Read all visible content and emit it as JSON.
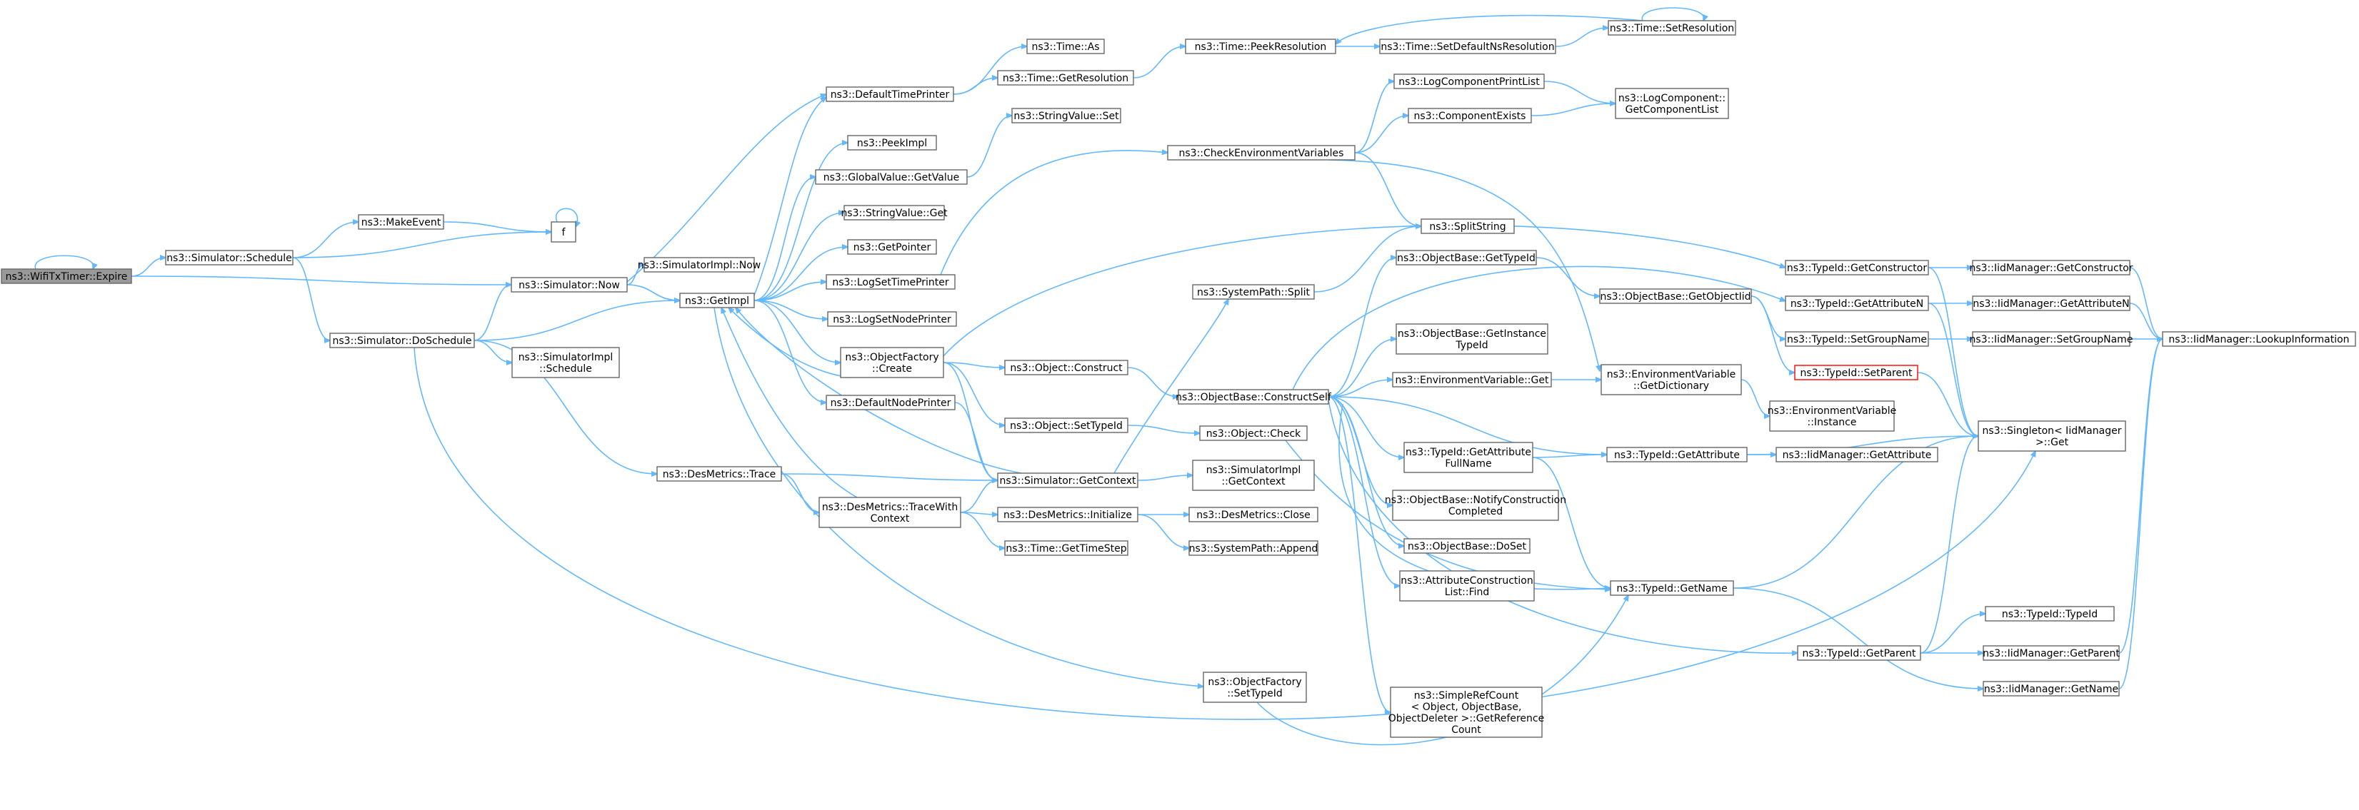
{
  "nodes": {
    "n0": [
      "ns3::WifiTxTimer::Expire"
    ],
    "n1": [
      "ns3::Simulator::Schedule"
    ],
    "n2": [
      "ns3::MakeEvent"
    ],
    "n3": [
      "f"
    ],
    "n4": [
      "ns3::Simulator::DoSchedule"
    ],
    "n5": [
      "ns3::Simulator::Now"
    ],
    "n6": [
      "ns3::GetImpl"
    ],
    "n7": [
      "ns3::SimulatorImpl",
      "::Schedule"
    ],
    "n8": [
      "ns3::DesMetrics::Trace"
    ],
    "n9": [
      "ns3::SimulatorImpl::Now"
    ],
    "n10": [
      "ns3::DefaultTimePrinter"
    ],
    "n11": [
      "ns3::PeekImpl"
    ],
    "n12": [
      "ns3::GlobalValue::GetValue"
    ],
    "n13": [
      "ns3::StringValue::Get"
    ],
    "n14": [
      "ns3::GetPointer"
    ],
    "n15": [
      "ns3::LogSetTimePrinter"
    ],
    "n16": [
      "ns3::LogSetNodePrinter"
    ],
    "n17": [
      "ns3::ObjectFactory",
      "::Create"
    ],
    "n18": [
      "ns3::DefaultNodePrinter"
    ],
    "n19": [
      "ns3::DesMetrics::TraceWith",
      "Context"
    ],
    "n20": [
      "ns3::Time::As"
    ],
    "n21": [
      "ns3::Time::GetResolution"
    ],
    "n22": [
      "ns3::StringValue::Set"
    ],
    "n23": [
      "ns3::Object::Construct"
    ],
    "n24": [
      "ns3::Object::SetTypeId"
    ],
    "n25": [
      "ns3::Simulator::GetContext"
    ],
    "n26": [
      "ns3::DesMetrics::Initialize"
    ],
    "n27": [
      "ns3::Time::GetTimeStep"
    ],
    "n28": [
      "ns3::ObjectFactory",
      "::SetTypeId"
    ],
    "n29": [
      "ns3::Time::PeekResolution"
    ],
    "n30": [
      "ns3::CheckEnvironmentVariables"
    ],
    "n31": [
      "ns3::SystemPath::Split"
    ],
    "n32": [
      "ns3::ObjectBase::ConstructSelf"
    ],
    "n33": [
      "ns3::Object::Check"
    ],
    "n34": [
      "ns3::SimulatorImpl",
      "::GetContext"
    ],
    "n35": [
      "ns3::DesMetrics::Close"
    ],
    "n36": [
      "ns3::SystemPath::Append"
    ],
    "n37": [
      "ns3::Time::SetDefaultNsResolution"
    ],
    "n38": [
      "ns3::Time::SetResolution"
    ],
    "n39": [
      "ns3::LogComponentPrintList"
    ],
    "n40": [
      "ns3::ComponentExists"
    ],
    "n41": [
      "ns3::SplitString"
    ],
    "n42": [
      "ns3::ObjectBase::GetTypeId"
    ],
    "n43": [
      "ns3::ObjectBase::GetInstance",
      "TypeId"
    ],
    "n44": [
      "ns3::EnvironmentVariable::Get"
    ],
    "n45": [
      "ns3::TypeId::GetAttribute",
      "FullName"
    ],
    "n46": [
      "ns3::ObjectBase::NotifyConstruction",
      "Completed"
    ],
    "n47": [
      "ns3::ObjectBase::DoSet"
    ],
    "n48": [
      "ns3::AttributeConstruction",
      "List::Find"
    ],
    "n49": [
      "ns3::SimpleRefCount",
      "< Object, ObjectBase,",
      "ObjectDeleter >::GetReference",
      "Count"
    ],
    "n50": [
      "ns3::LogComponent::",
      "GetComponentList"
    ],
    "n51": [
      "ns3::ObjectBase::GetObjectIid"
    ],
    "n52": [
      "ns3::EnvironmentVariable",
      "::GetDictionary"
    ],
    "n53": [
      "ns3::EnvironmentVariable",
      "::Instance"
    ],
    "n54": [
      "ns3::TypeId::GetConstructor"
    ],
    "n55": [
      "ns3::TypeId::GetAttributeN"
    ],
    "n56": [
      "ns3::TypeId::SetGroupName"
    ],
    "n57": [
      "ns3::TypeId::SetParent"
    ],
    "n58": [
      "ns3::TypeId::GetAttribute"
    ],
    "n59": [
      "ns3::TypeId::GetName"
    ],
    "n60": [
      "ns3::TypeId::GetParent"
    ],
    "n61": [
      "ns3::IidManager::GetConstructor"
    ],
    "n62": [
      "ns3::IidManager::GetAttributeN"
    ],
    "n63": [
      "ns3::IidManager::SetGroupName"
    ],
    "n64": [
      "ns3::IidManager::GetAttribute"
    ],
    "n65": [
      "ns3::Singleton< IidManager",
      ">::Get"
    ],
    "n66": [
      "ns3::TypeId::TypeId"
    ],
    "n67": [
      "ns3::IidManager::GetParent"
    ],
    "n68": [
      "ns3::IidManager::GetName"
    ],
    "n69": [
      "ns3::IidManager::LookupInformation"
    ]
  },
  "colors": {
    "edge": "#63b8ff",
    "root_fill": "#999999",
    "border": "#666666",
    "highlight_border": "#ff0000"
  }
}
